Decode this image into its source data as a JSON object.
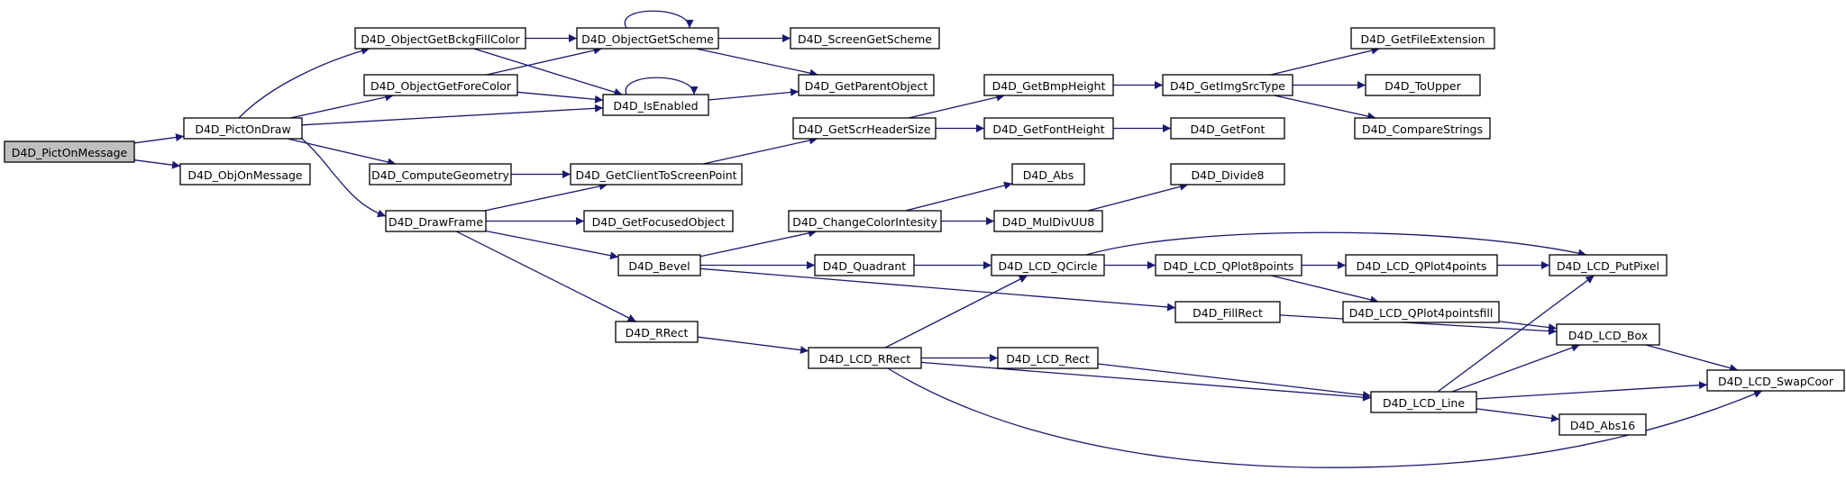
{
  "graph": {
    "title": "",
    "nodes": [
      {
        "id": "PictOnMessage",
        "label": "D4D_PictOnMessage",
        "root": true
      },
      {
        "id": "PictOnDraw",
        "label": "D4D_PictOnDraw"
      },
      {
        "id": "ObjOnMessage",
        "label": "D4D_ObjOnMessage"
      },
      {
        "id": "ObjectGetBckgFillColor",
        "label": "D4D_ObjectGetBckgFillColor"
      },
      {
        "id": "ObjectGetForeColor",
        "label": "D4D_ObjectGetForeColor"
      },
      {
        "id": "ComputeGeometry",
        "label": "D4D_ComputeGeometry"
      },
      {
        "id": "DrawFrame",
        "label": "D4D_DrawFrame"
      },
      {
        "id": "ObjectGetScheme",
        "label": "D4D_ObjectGetScheme"
      },
      {
        "id": "IsEnabled",
        "label": "D4D_IsEnabled"
      },
      {
        "id": "GetClientToScreenPoint",
        "label": "D4D_GetClientToScreenPoint"
      },
      {
        "id": "GetFocusedObject",
        "label": "D4D_GetFocusedObject"
      },
      {
        "id": "Bevel",
        "label": "D4D_Bevel"
      },
      {
        "id": "RRect",
        "label": "D4D_RRect"
      },
      {
        "id": "ScreenGetScheme",
        "label": "D4D_ScreenGetScheme"
      },
      {
        "id": "GetParentObject",
        "label": "D4D_GetParentObject"
      },
      {
        "id": "GetScrHeaderSize",
        "label": "D4D_GetScrHeaderSize"
      },
      {
        "id": "ChangeColorIntesity",
        "label": "D4D_ChangeColorIntesity"
      },
      {
        "id": "Quadrant",
        "label": "D4D_Quadrant"
      },
      {
        "id": "LCD_RRect",
        "label": "D4D_LCD_RRect"
      },
      {
        "id": "GetBmpHeight",
        "label": "D4D_GetBmpHeight"
      },
      {
        "id": "GetFontHeight",
        "label": "D4D_GetFontHeight"
      },
      {
        "id": "Abs",
        "label": "D4D_Abs"
      },
      {
        "id": "MulDivUU8",
        "label": "D4D_MulDivUU8"
      },
      {
        "id": "LCD_QCircle",
        "label": "D4D_LCD_QCircle"
      },
      {
        "id": "LCD_Rect",
        "label": "D4D_LCD_Rect"
      },
      {
        "id": "GetImgSrcType",
        "label": "D4D_GetImgSrcType"
      },
      {
        "id": "GetFont",
        "label": "D4D_GetFont"
      },
      {
        "id": "Divide8",
        "label": "D4D_Divide8"
      },
      {
        "id": "LCD_QPlot8points",
        "label": "D4D_LCD_QPlot8points"
      },
      {
        "id": "FillRect",
        "label": "D4D_FillRect"
      },
      {
        "id": "LCD_Line",
        "label": "D4D_LCD_Line"
      },
      {
        "id": "GetFileExtension",
        "label": "D4D_GetFileExtension"
      },
      {
        "id": "ToUpper",
        "label": "D4D_ToUpper"
      },
      {
        "id": "CompareStrings",
        "label": "D4D_CompareStrings"
      },
      {
        "id": "LCD_QPlot4points",
        "label": "D4D_LCD_QPlot4points"
      },
      {
        "id": "LCD_QPlot4pointsfill",
        "label": "D4D_LCD_QPlot4pointsfill"
      },
      {
        "id": "Abs16",
        "label": "D4D_Abs16"
      },
      {
        "id": "LCD_PutPixel",
        "label": "D4D_LCD_PutPixel"
      },
      {
        "id": "LCD_Box",
        "label": "D4D_LCD_Box"
      },
      {
        "id": "LCD_SwapCoor",
        "label": "D4D_LCD_SwapCoor"
      }
    ],
    "edges": [
      [
        "PictOnMessage",
        "PictOnDraw"
      ],
      [
        "PictOnMessage",
        "ObjOnMessage"
      ],
      [
        "PictOnDraw",
        "ObjectGetBckgFillColor"
      ],
      [
        "PictOnDraw",
        "ObjectGetForeColor"
      ],
      [
        "PictOnDraw",
        "IsEnabled"
      ],
      [
        "PictOnDraw",
        "ComputeGeometry"
      ],
      [
        "PictOnDraw",
        "DrawFrame"
      ],
      [
        "ObjectGetBckgFillColor",
        "ObjectGetScheme"
      ],
      [
        "ObjectGetBckgFillColor",
        "IsEnabled"
      ],
      [
        "ObjectGetForeColor",
        "ObjectGetScheme"
      ],
      [
        "ObjectGetForeColor",
        "IsEnabled"
      ],
      [
        "ObjectGetScheme",
        "ObjectGetScheme"
      ],
      [
        "ObjectGetScheme",
        "ScreenGetScheme"
      ],
      [
        "ObjectGetScheme",
        "GetParentObject"
      ],
      [
        "IsEnabled",
        "IsEnabled"
      ],
      [
        "IsEnabled",
        "GetParentObject"
      ],
      [
        "ComputeGeometry",
        "GetClientToScreenPoint"
      ],
      [
        "DrawFrame",
        "GetClientToScreenPoint"
      ],
      [
        "DrawFrame",
        "GetFocusedObject"
      ],
      [
        "DrawFrame",
        "Bevel"
      ],
      [
        "DrawFrame",
        "RRect"
      ],
      [
        "GetClientToScreenPoint",
        "GetScrHeaderSize"
      ],
      [
        "GetScrHeaderSize",
        "GetBmpHeight"
      ],
      [
        "GetScrHeaderSize",
        "GetFontHeight"
      ],
      [
        "GetBmpHeight",
        "GetImgSrcType"
      ],
      [
        "GetImgSrcType",
        "GetFileExtension"
      ],
      [
        "GetImgSrcType",
        "ToUpper"
      ],
      [
        "GetImgSrcType",
        "CompareStrings"
      ],
      [
        "GetFontHeight",
        "GetFont"
      ],
      [
        "Bevel",
        "ChangeColorIntesity"
      ],
      [
        "Bevel",
        "Quadrant"
      ],
      [
        "Bevel",
        "FillRect"
      ],
      [
        "ChangeColorIntesity",
        "Abs"
      ],
      [
        "ChangeColorIntesity",
        "MulDivUU8"
      ],
      [
        "MulDivUU8",
        "Divide8"
      ],
      [
        "Quadrant",
        "LCD_QCircle"
      ],
      [
        "LCD_QCircle",
        "LCD_QPlot8points"
      ],
      [
        "LCD_QCircle",
        "LCD_PutPixel"
      ],
      [
        "LCD_QPlot8points",
        "LCD_QPlot4points"
      ],
      [
        "LCD_QPlot8points",
        "LCD_QPlot4pointsfill"
      ],
      [
        "LCD_QPlot4points",
        "LCD_PutPixel"
      ],
      [
        "LCD_QPlot4pointsfill",
        "LCD_Box"
      ],
      [
        "FillRect",
        "LCD_Box"
      ],
      [
        "RRect",
        "LCD_RRect"
      ],
      [
        "LCD_RRect",
        "LCD_QCircle"
      ],
      [
        "LCD_RRect",
        "LCD_Rect"
      ],
      [
        "LCD_RRect",
        "LCD_Line"
      ],
      [
        "LCD_RRect",
        "LCD_SwapCoor"
      ],
      [
        "LCD_Rect",
        "LCD_Line"
      ],
      [
        "LCD_Line",
        "LCD_PutPixel"
      ],
      [
        "LCD_Line",
        "LCD_Box"
      ],
      [
        "LCD_Line",
        "LCD_SwapCoor"
      ],
      [
        "LCD_Line",
        "Abs16"
      ],
      [
        "LCD_Box",
        "LCD_SwapCoor"
      ]
    ]
  }
}
